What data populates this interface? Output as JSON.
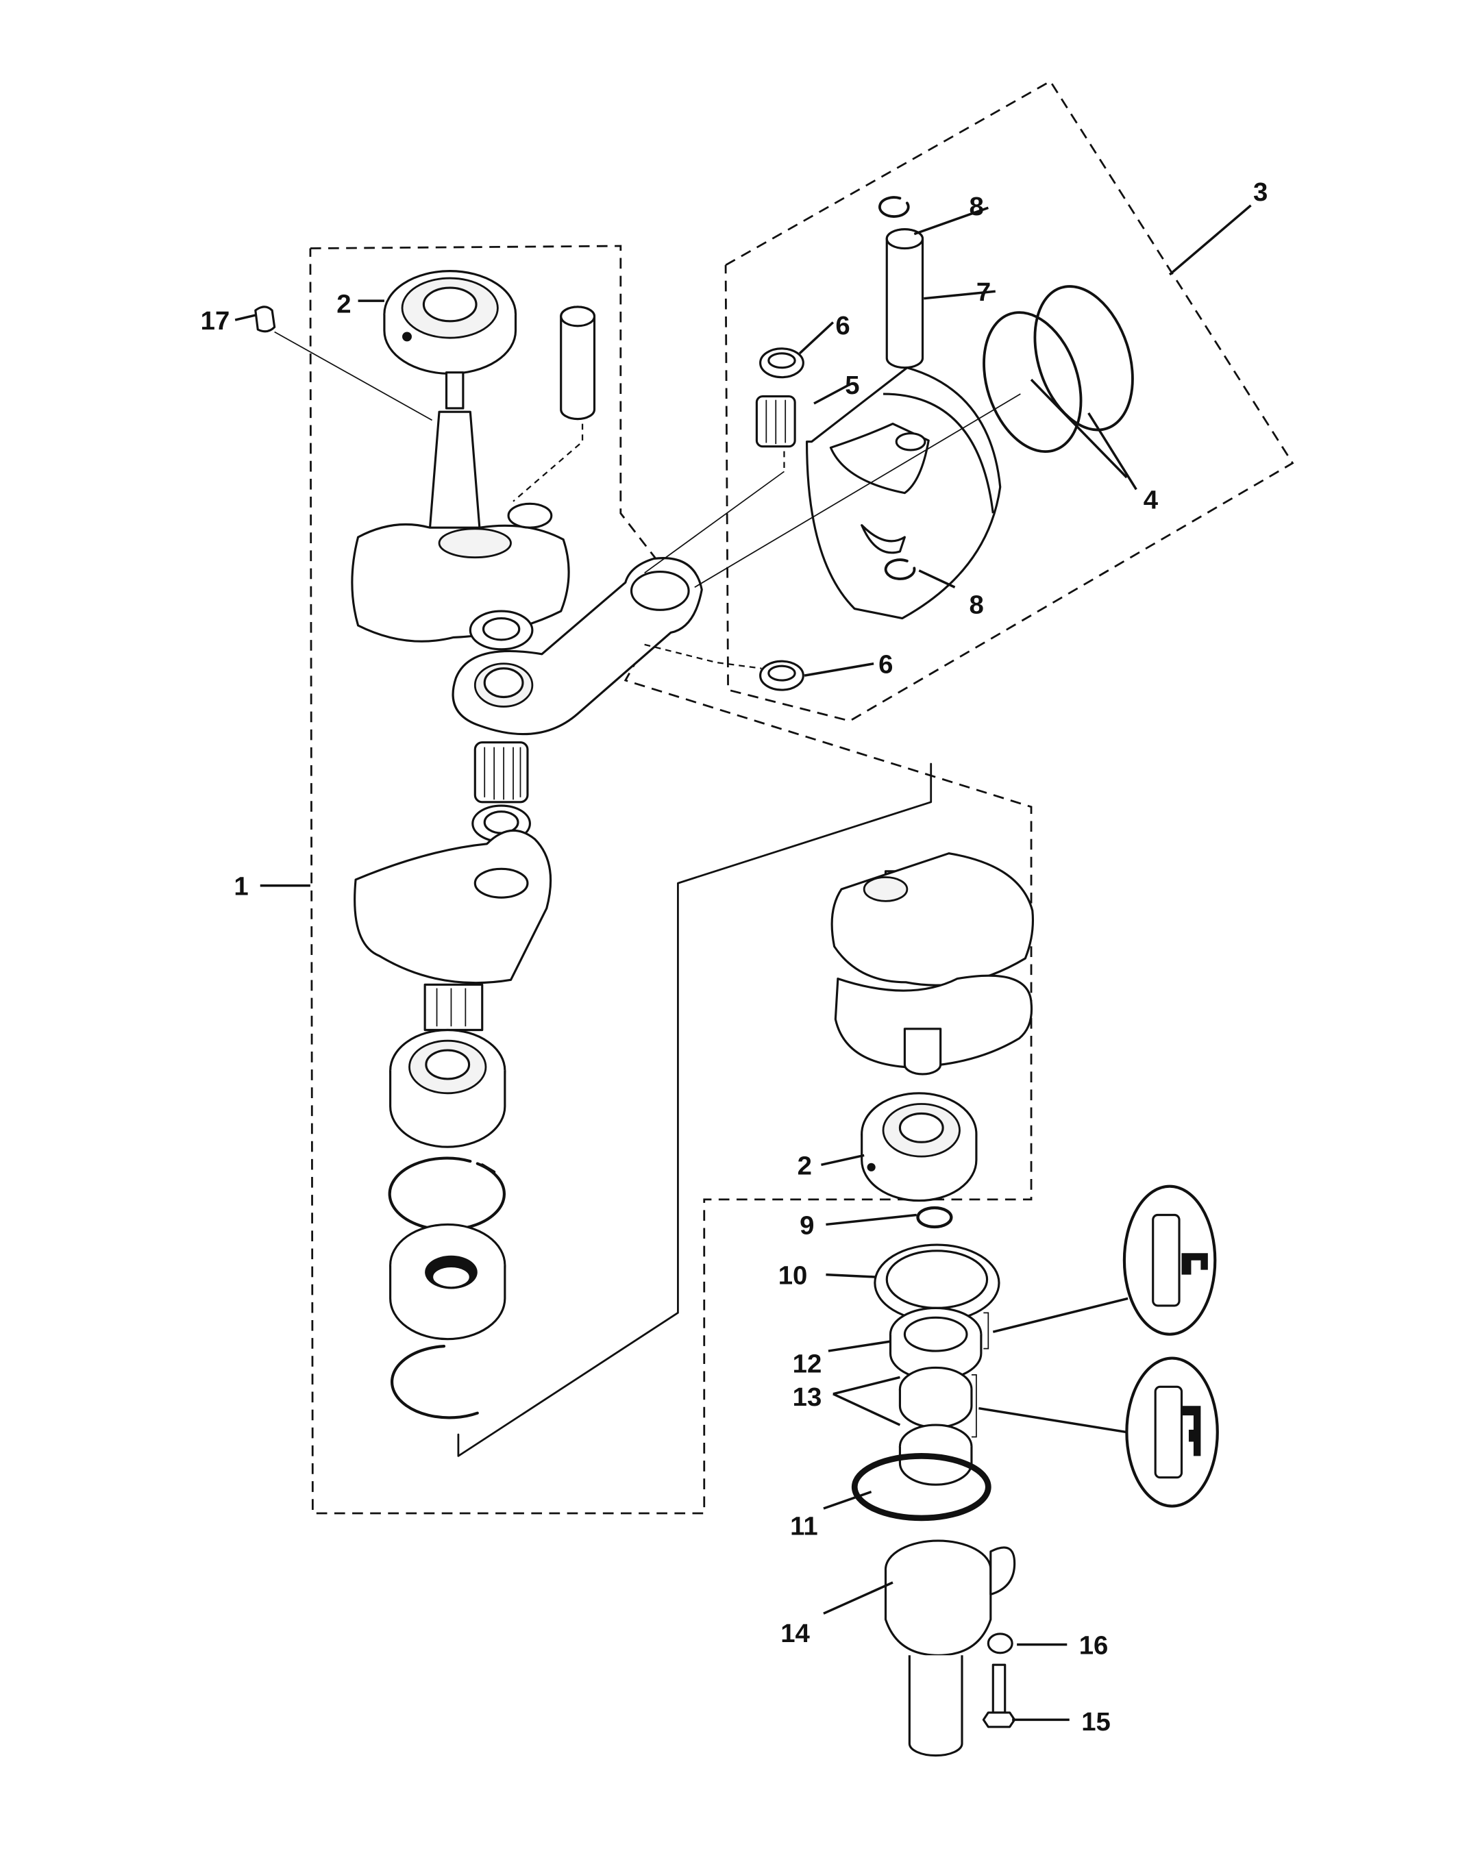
{
  "diagram": {
    "type": "exploded-parts-diagram",
    "subject": "Crankshaft, piston and connecting rod assembly",
    "callouts": [
      {
        "ref": "1",
        "part": "crankshaft-assembly"
      },
      {
        "ref": "2",
        "part": "ball-bearing-upper"
      },
      {
        "ref": "2",
        "part": "ball-bearing-lower"
      },
      {
        "ref": "3",
        "part": "piston-assembly"
      },
      {
        "ref": "4",
        "part": "piston-rings"
      },
      {
        "ref": "5",
        "part": "needle-bearing"
      },
      {
        "ref": "6",
        "part": "thrust-washer-upper"
      },
      {
        "ref": "6",
        "part": "thrust-washer-lower"
      },
      {
        "ref": "7",
        "part": "piston-pin"
      },
      {
        "ref": "8",
        "part": "lock-ring-upper"
      },
      {
        "ref": "8",
        "part": "lock-ring-lower"
      },
      {
        "ref": "9",
        "part": "o-ring-small"
      },
      {
        "ref": "10",
        "part": "washer"
      },
      {
        "ref": "11",
        "part": "o-ring-large"
      },
      {
        "ref": "12",
        "part": "oil-seal"
      },
      {
        "ref": "13",
        "part": "oil-seals-pair"
      },
      {
        "ref": "14",
        "part": "bearing-carrier"
      },
      {
        "ref": "15",
        "part": "screw"
      },
      {
        "ref": "16",
        "part": "washer-small"
      },
      {
        "ref": "17",
        "part": "woodruff-key"
      }
    ],
    "insets": [
      {
        "name": "seal-detail-single",
        "attached_to": "12"
      },
      {
        "name": "seal-detail-double",
        "attached_to": "13"
      }
    ]
  }
}
